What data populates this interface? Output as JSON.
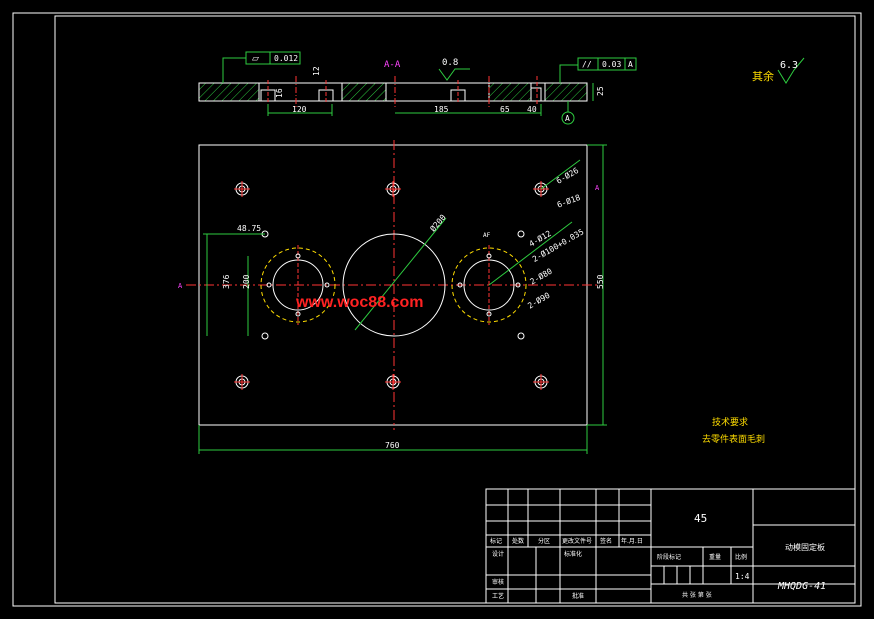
{
  "section_label": "A-A",
  "flatness_box": {
    "symbol": "▱",
    "value": "0.012"
  },
  "parallel_box": {
    "symbol": "//",
    "value": "0.03",
    "datum": "A"
  },
  "datum_label": "A",
  "surface_finish_top": "0.8",
  "remaining_finish": {
    "label": "其余",
    "value": "6.3"
  },
  "section_dims": {
    "d120": "120",
    "d185": "185",
    "d65": "65",
    "d40": "40",
    "d25": "25",
    "d12": "12",
    "d16": "16"
  },
  "plan_dims": {
    "width_760": "760",
    "height_550": "550",
    "d48_75": "48.75",
    "d376": "376",
    "d200": "200",
    "dia200": "Ø200",
    "hole_callout_1": "6-Ø26",
    "hole_callout_2": "6-Ø18",
    "hole_callout_3": "4-Ø12",
    "hole_callout_4": "2-Ø100+0.035",
    "hole_callout_5": "2-Ø80",
    "hole_callout_6": "2-Ø90"
  },
  "view_markers": {
    "left": "A",
    "right": "A",
    "af": "AF"
  },
  "watermark": "www.woc88.com",
  "tech_requirements": {
    "title": "技术要求",
    "line1": "去零件表面毛刺"
  },
  "title_block": {
    "material": "45",
    "part_name": "动模固定板",
    "drawing_no": "MHQDG-41",
    "scale": "1:4",
    "row_labels": [
      "标记",
      "处数",
      "分区",
      "更改文件号",
      "签名",
      "年.月.日"
    ],
    "labels": {
      "design": "设计",
      "standard": "标准化",
      "stage_mark": "阶段标记",
      "weight": "重量",
      "scale_label": "比例",
      "audit": "审核",
      "process": "工艺",
      "approve": "批准",
      "sheets": "共 张 第 张"
    }
  }
}
